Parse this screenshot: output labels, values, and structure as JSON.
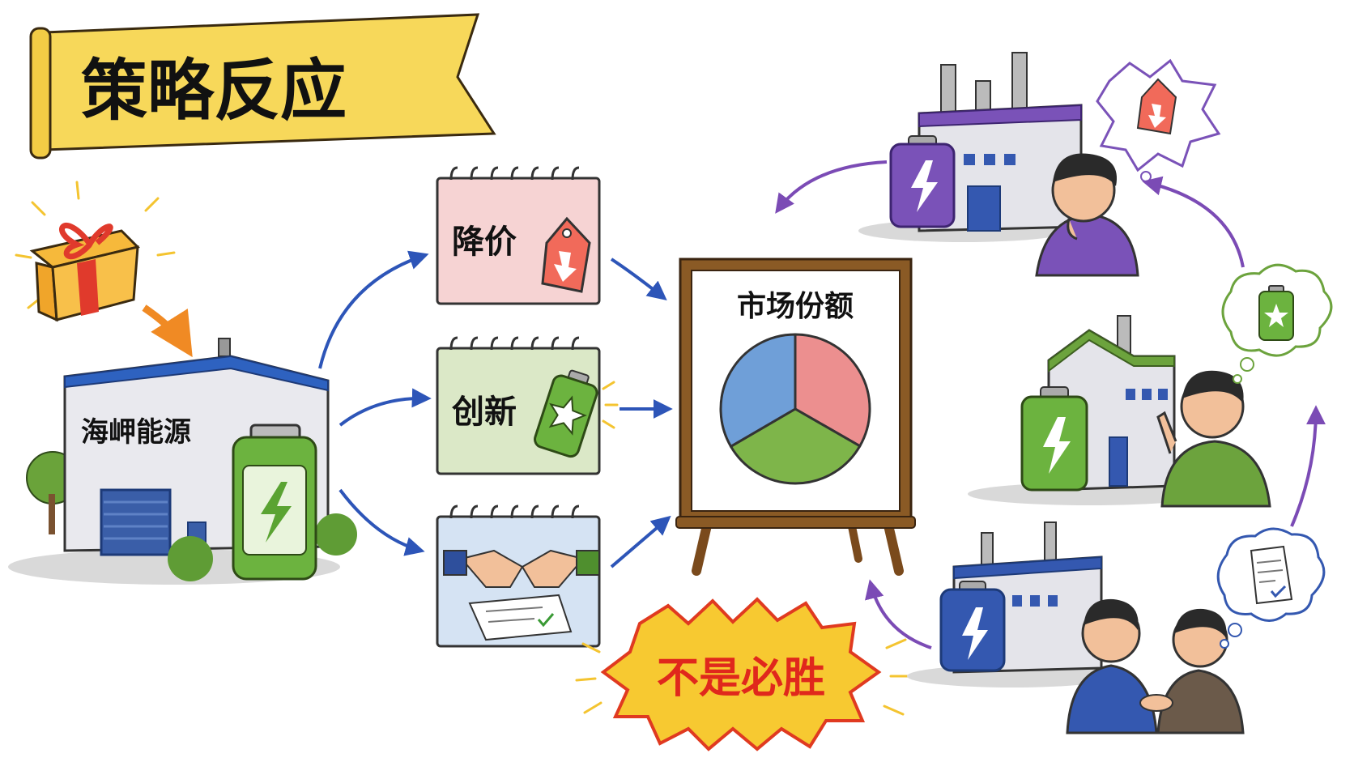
{
  "title": "策略反应",
  "company_name": "海岬能源",
  "strategies": [
    {
      "label": "降价",
      "icon": "price-tag-down-icon"
    },
    {
      "label": "创新",
      "icon": "star-battery-icon"
    },
    {
      "label": "",
      "icon": "handshake-contract-icon"
    }
  ],
  "board_title": "市场份额",
  "market_share_chart": {
    "type": "pie",
    "slices": [
      {
        "fraction": 0.333,
        "color": "#ec8f8f"
      },
      {
        "fraction": 0.333,
        "color": "#7eb54a"
      },
      {
        "fraction": 0.334,
        "color": "#6f9fd8"
      }
    ]
  },
  "warning": "不是必胜",
  "competitors": [
    {
      "color": "#7a52b8",
      "reaction_icon": "price-tag-down-icon"
    },
    {
      "color": "#6ca33d",
      "reaction_icon": "star-battery-icon"
    },
    {
      "color": "#3458b0",
      "reaction_icon": "contract-check-icon"
    }
  ],
  "colors": {
    "banner": "#f7d85a",
    "arrow_blue": "#2d55b8",
    "arrow_purple": "#7b4bb5",
    "warning_fill": "#f7c931",
    "warning_text": "#e0281c"
  }
}
